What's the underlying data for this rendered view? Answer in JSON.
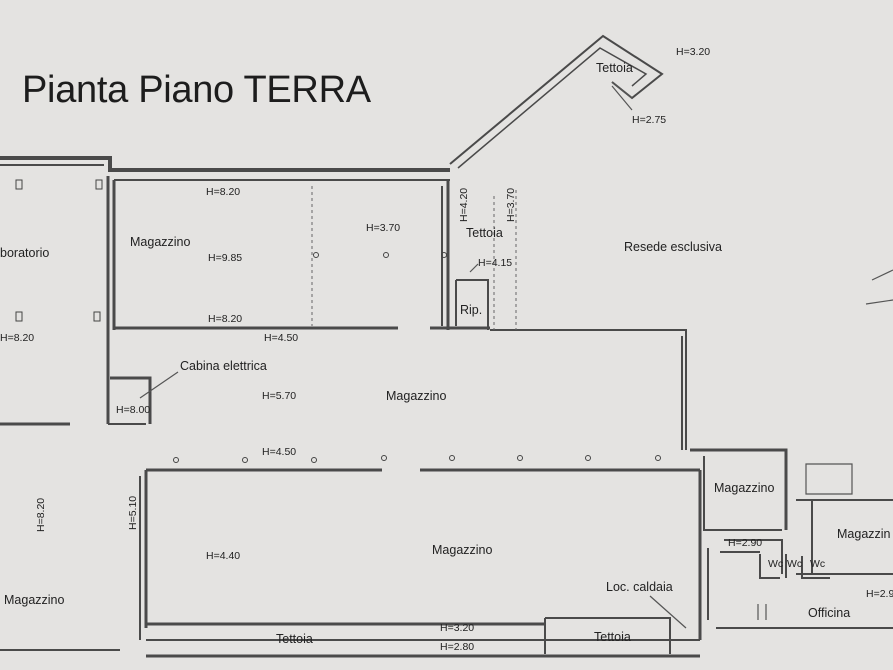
{
  "title": "Pianta Piano TERRA",
  "rooms": [
    {
      "label": "boratorio"
    },
    {
      "label": "Magazzino"
    },
    {
      "label": "Magazzino"
    },
    {
      "label": "Magazzino"
    },
    {
      "label": "Magazzino"
    },
    {
      "label": "Magazzino"
    },
    {
      "label": "Magazzin"
    },
    {
      "label": "Tettoia"
    },
    {
      "label": "Tettoia"
    },
    {
      "label": "Tettoia"
    },
    {
      "label": "Tettoia"
    },
    {
      "label": "Resede esclusiva"
    },
    {
      "label": "Rip."
    },
    {
      "label": "Cabina elettrica"
    },
    {
      "label": "Loc. caldaia"
    },
    {
      "label": "Officina"
    },
    {
      "label": "Wc"
    },
    {
      "label": "Wc"
    },
    {
      "label": "Wc"
    }
  ],
  "heights": [
    {
      "label": "H=3.20"
    },
    {
      "label": "H=2.75"
    },
    {
      "label": "H=8.20"
    },
    {
      "label": "H=9.85"
    },
    {
      "label": "H=8.20"
    },
    {
      "label": "H=3.70"
    },
    {
      "label": "H=4.20"
    },
    {
      "label": "H=3.70"
    },
    {
      "label": "H=4.15"
    },
    {
      "label": "H=8.20"
    },
    {
      "label": "H=4.50"
    },
    {
      "label": "H=8.00"
    },
    {
      "label": "H=5.70"
    },
    {
      "label": "H=4.50"
    },
    {
      "label": "H=8.20"
    },
    {
      "label": "H=5.10"
    },
    {
      "label": "H=4.40"
    },
    {
      "label": "H=2.90"
    },
    {
      "label": "H=3.20"
    },
    {
      "label": "H=2.80"
    },
    {
      "label": "H=2.9"
    }
  ]
}
